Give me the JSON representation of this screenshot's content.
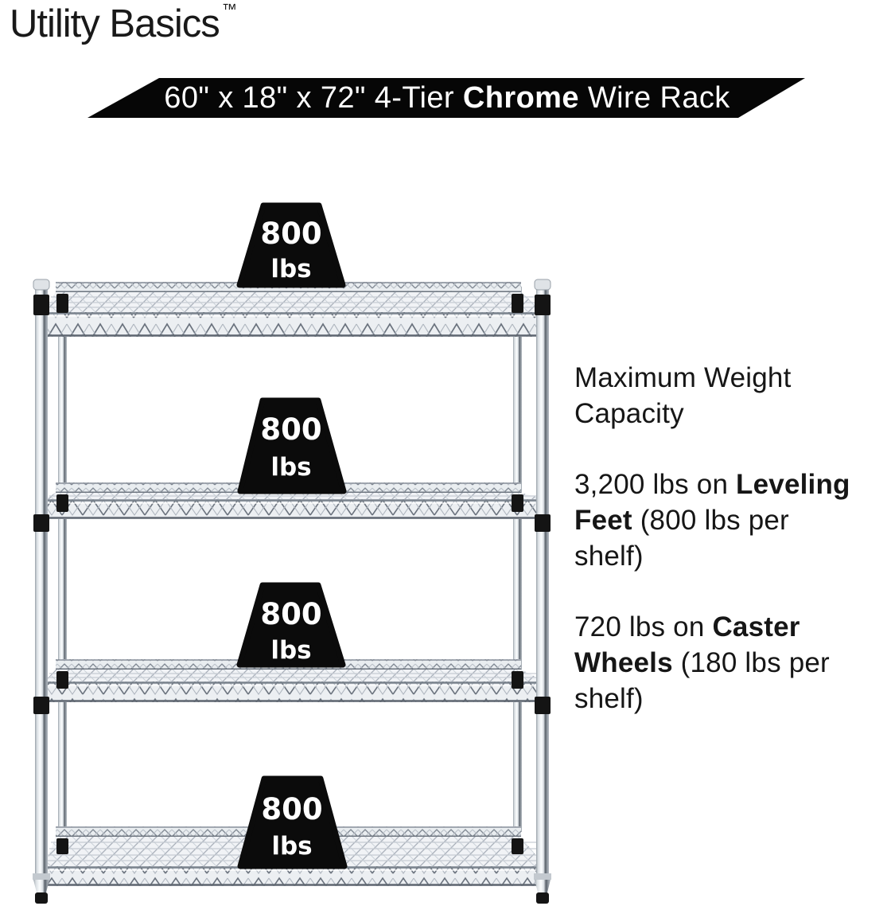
{
  "brand": {
    "name": "Utility Basics",
    "tm": "™"
  },
  "banner": {
    "bg_color": "#060606",
    "segments": [
      {
        "text": "60\" x 18\" x 72\" 4-Tier "
      },
      {
        "text": "Chrome",
        "bold": true
      },
      {
        "text": " Wire Rack"
      }
    ]
  },
  "weights": [
    {
      "value": "800",
      "unit": "lbs"
    },
    {
      "value": "800",
      "unit": "lbs"
    },
    {
      "value": "800",
      "unit": "lbs"
    },
    {
      "value": "800",
      "unit": "lbs"
    }
  ],
  "info": {
    "heading": {
      "lines": [
        [
          {
            "text": "Maximum Weight"
          }
        ],
        [
          {
            "text": "Capacity"
          }
        ]
      ]
    },
    "leveling": {
      "lines": [
        [
          {
            "text": "3,200 lbs on "
          },
          {
            "text": "Leveling",
            "bold": true
          }
        ],
        [
          {
            "text": "Feet",
            "bold": true
          },
          {
            "text": " (800 lbs per"
          }
        ],
        [
          {
            "text": "shelf)"
          }
        ]
      ]
    },
    "casters": {
      "lines": [
        [
          {
            "text": "720 lbs on "
          },
          {
            "text": "Caster",
            "bold": true
          }
        ],
        [
          {
            "text": "Wheels",
            "bold": true
          },
          {
            "text": " (180 lbs per"
          }
        ],
        [
          {
            "text": "shelf)"
          }
        ]
      ]
    }
  },
  "colors": {
    "badge_bg": "#0b0b0b",
    "text": "#161616",
    "chrome_light": "#fbfdfe",
    "chrome_dark": "#59616a"
  }
}
